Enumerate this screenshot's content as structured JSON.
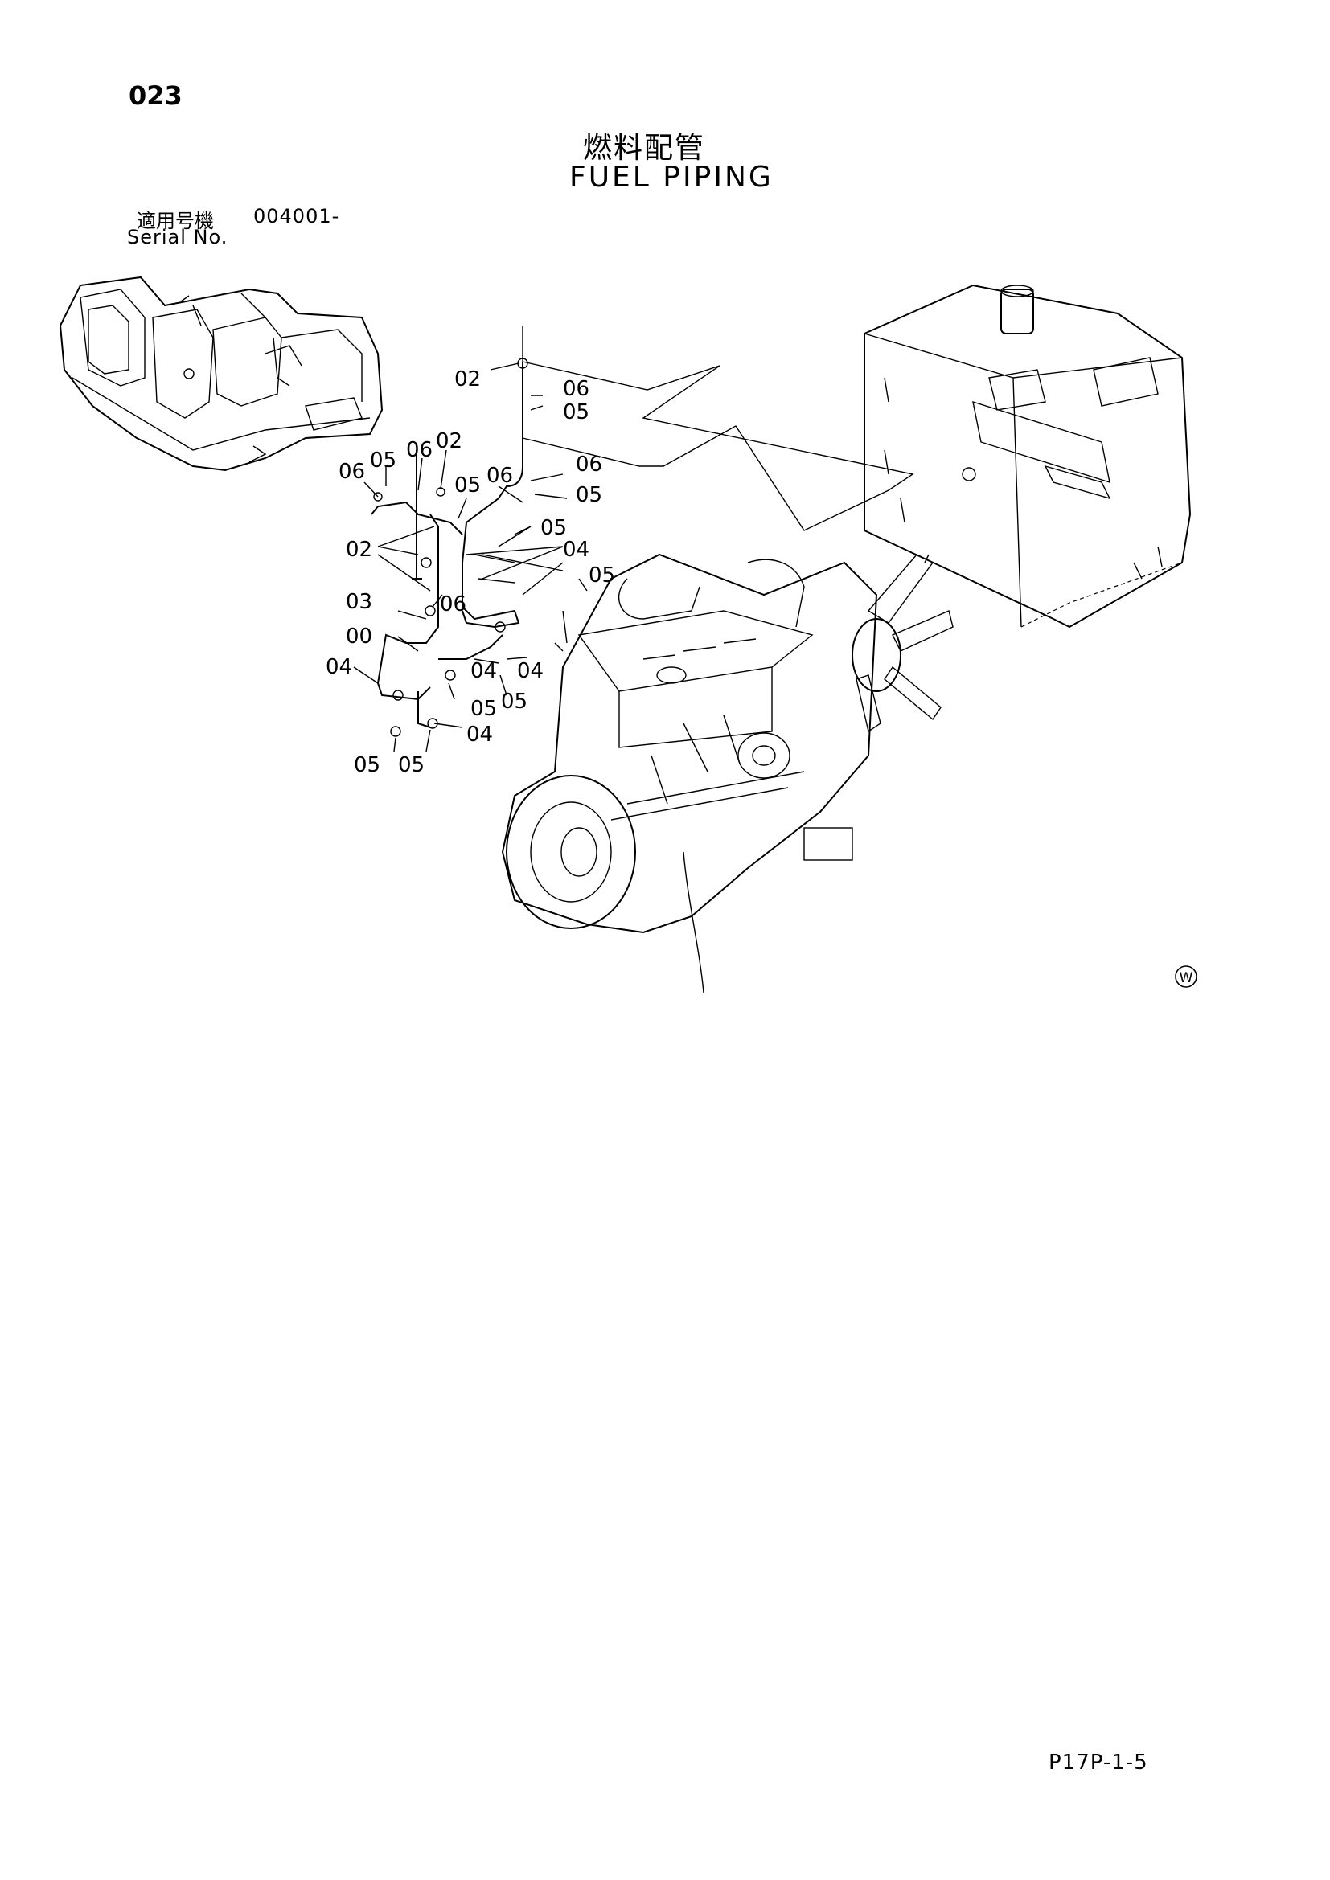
{
  "page": {
    "number": "023",
    "title_jp": "燃料配管",
    "title_en": "FUEL PIPING",
    "serial_label_jp": "適用号機",
    "serial_value": "004001-",
    "serial_label_en": "Serial No.",
    "footer_code": "P17P-1-5"
  },
  "callouts": {
    "c01": "02",
    "c02": "06",
    "c03": "05",
    "c04": "06",
    "c05": "05",
    "c06": "06",
    "c07": "02",
    "c08": "05",
    "c09": "06",
    "c10": "06",
    "c11": "05",
    "c12": "05",
    "c13": "04",
    "c14": "02",
    "c15": "05",
    "c16": "06",
    "c17": "03",
    "c18": "00",
    "c19": "04",
    "c20": "04",
    "c21": "04",
    "c22": "05",
    "c23": "05",
    "c24": "04",
    "c25": "05",
    "c26": "05"
  },
  "symbol": "W"
}
